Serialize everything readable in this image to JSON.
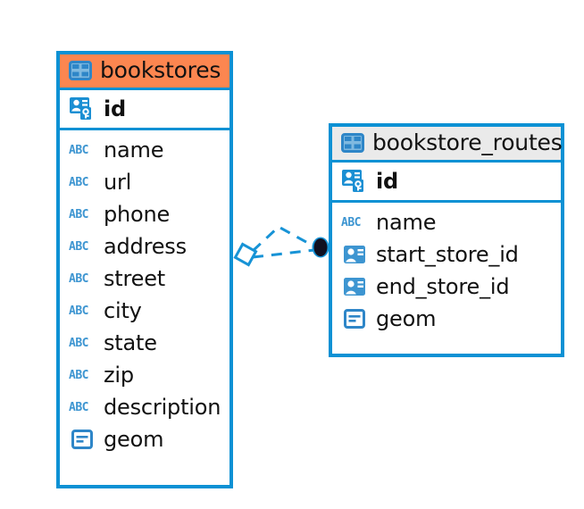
{
  "diagram": {
    "type": "entity-relationship-diagram",
    "background": "#ffffff",
    "colors": {
      "border": "#0C91D4",
      "header_accent": "#FC8650",
      "header_plain": "#EAEAEA",
      "icon_blue": "#3D95D1",
      "connector": "#0C91D4",
      "endpoint_dot": "#101020"
    }
  },
  "tables": [
    {
      "name": "bookstores",
      "header_style": "accent",
      "table_icon": "table-grid-icon",
      "primary_key": {
        "name": "id",
        "icon": "primary-key-icon"
      },
      "fields": [
        {
          "name": "name",
          "icon": "text-abc-icon",
          "icon_label": "ABC"
        },
        {
          "name": "url",
          "icon": "text-abc-icon",
          "icon_label": "ABC"
        },
        {
          "name": "phone",
          "icon": "text-abc-icon",
          "icon_label": "ABC"
        },
        {
          "name": "address",
          "icon": "text-abc-icon",
          "icon_label": "ABC"
        },
        {
          "name": "street",
          "icon": "text-abc-icon",
          "icon_label": "ABC"
        },
        {
          "name": "city",
          "icon": "text-abc-icon",
          "icon_label": "ABC"
        },
        {
          "name": "state",
          "icon": "text-abc-icon",
          "icon_label": "ABC"
        },
        {
          "name": "zip",
          "icon": "text-abc-icon",
          "icon_label": "ABC"
        },
        {
          "name": "description",
          "icon": "text-abc-icon",
          "icon_label": "ABC"
        },
        {
          "name": "geom",
          "icon": "geometry-icon",
          "icon_label": ""
        }
      ]
    },
    {
      "name": "bookstore_routes",
      "header_style": "plain",
      "table_icon": "table-grid-icon",
      "primary_key": {
        "name": "id",
        "icon": "primary-key-icon"
      },
      "fields": [
        {
          "name": "name",
          "icon": "text-abc-icon",
          "icon_label": "ABC"
        },
        {
          "name": "start_store_id",
          "icon": "foreign-key-icon",
          "icon_label": ""
        },
        {
          "name": "end_store_id",
          "icon": "foreign-key-icon",
          "icon_label": ""
        },
        {
          "name": "geom",
          "icon": "geometry-icon",
          "icon_label": ""
        }
      ]
    }
  ],
  "relationship": {
    "from_table": "bookstores",
    "to_table": "bookstore_routes",
    "from_marker": "diamond",
    "to_marker": "filled-circle",
    "line_style": "dashed"
  }
}
